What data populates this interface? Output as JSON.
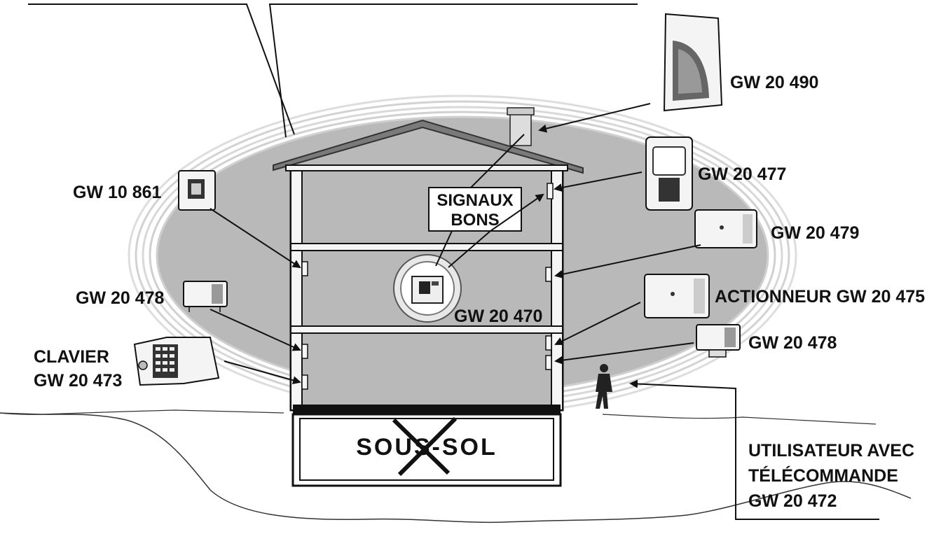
{
  "diagram": {
    "colors": {
      "ring_fill": "#b9b9b9",
      "ring_stroke": "#d6d6d6",
      "ink": "#111111",
      "house_wall": "#f5f5f5",
      "roof": "#7a7a7a",
      "device_body": "#eeeeee"
    },
    "labels": {
      "gw_20_490": "GW 20 490",
      "gw_20_477": "GW 20 477",
      "gw_20_479": "GW 20 479",
      "actionneur": "ACTIONNEUR GW 20 475",
      "gw_20_478_right": "GW 20 478",
      "gw_10_861": "GW 10 861",
      "gw_20_478_left": "GW 20 478",
      "clavier_line1": "CLAVIER",
      "clavier_line2": "GW 20 473",
      "gw_20_470": "GW 20 470",
      "signaux_line1": "SIGNAUX",
      "signaux_line2": "BONS",
      "sous_sol": "SOUS-SOL",
      "user_line1": "UTILISATEUR AVEC",
      "user_line2": "TÉLÉCOMMANDE",
      "user_line3": "GW 20 472"
    }
  }
}
